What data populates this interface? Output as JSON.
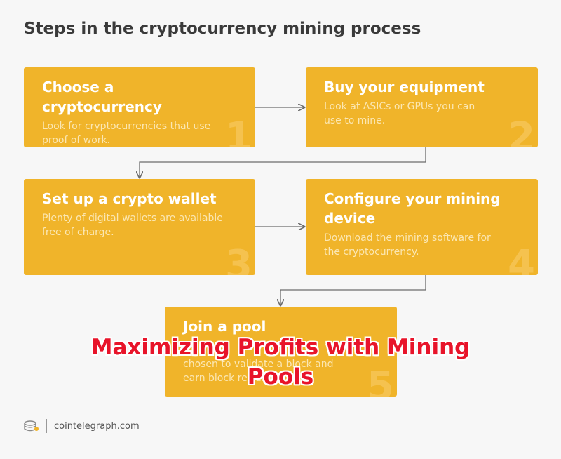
{
  "title": "Steps in the cryptocurrency mining process",
  "steps": [
    {
      "heading": "Choose a cryptocurrency",
      "body": "Look for cryptocurrencies that use proof of work.",
      "number": "1"
    },
    {
      "heading": "Buy your equipment",
      "body": "Look at ASICs or GPUs you can use to mine.",
      "number": "2"
    },
    {
      "heading": "Set up a crypto wallet",
      "body": "Plenty of digital wallets are available free of charge.",
      "number": "3"
    },
    {
      "heading": "Configure your mining device",
      "body": "Download the mining software for the cryptocurrency.",
      "number": "4"
    },
    {
      "heading": "Join a pool",
      "body": "chosen to validate a block and earn block rewards.",
      "number": "5"
    }
  ],
  "footer": {
    "domain": "cointelegraph.com"
  },
  "overlay_caption": "Maximizing Profits with Mining Pools",
  "colors": {
    "box": "#f0b42a",
    "caption": "#e8142a",
    "connector": "#6b6b6b"
  }
}
